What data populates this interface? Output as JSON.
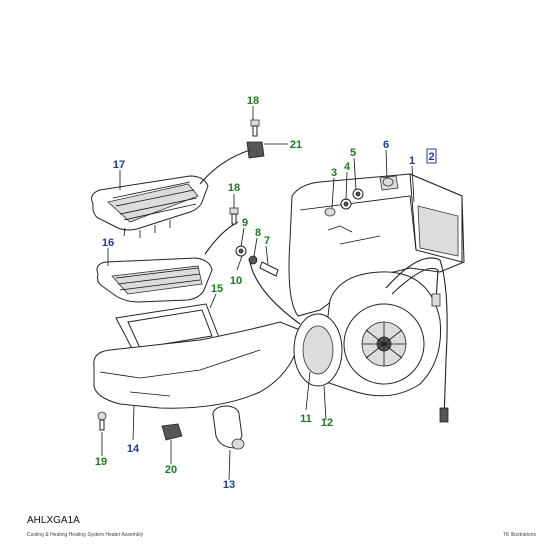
{
  "callouts": [
    {
      "id": "18a",
      "label": "18",
      "color": "green"
    },
    {
      "id": "21",
      "label": "21",
      "color": "green"
    },
    {
      "id": "17",
      "label": "17",
      "color": "blue"
    },
    {
      "id": "18b",
      "label": "18",
      "color": "green"
    },
    {
      "id": "16",
      "label": "16",
      "color": "blue"
    },
    {
      "id": "9",
      "label": "9",
      "color": "green"
    },
    {
      "id": "8",
      "label": "8",
      "color": "green"
    },
    {
      "id": "7",
      "label": "7",
      "color": "green"
    },
    {
      "id": "10",
      "label": "10",
      "color": "green"
    },
    {
      "id": "15",
      "label": "15",
      "color": "green"
    },
    {
      "id": "3",
      "label": "3",
      "color": "green"
    },
    {
      "id": "4",
      "label": "4",
      "color": "green"
    },
    {
      "id": "5",
      "label": "5",
      "color": "green"
    },
    {
      "id": "6",
      "label": "6",
      "color": "blue"
    },
    {
      "id": "1",
      "label": "1",
      "color": "blue"
    },
    {
      "id": "11",
      "label": "11",
      "color": "green"
    },
    {
      "id": "12",
      "label": "12",
      "color": "green"
    },
    {
      "id": "14",
      "label": "14",
      "color": "blue"
    },
    {
      "id": "19",
      "label": "19",
      "color": "green"
    },
    {
      "id": "20",
      "label": "20",
      "color": "green"
    },
    {
      "id": "13",
      "label": "13",
      "color": "blue"
    }
  ],
  "tag_label": "2",
  "colors": {
    "green": "#1e7a1e",
    "blue": "#1f3a9e"
  },
  "footer": {
    "code": "AHLXGA1A",
    "caption": "Cooling & Heating Heating System Heater Assembly",
    "credit": "TK Illustrations"
  }
}
